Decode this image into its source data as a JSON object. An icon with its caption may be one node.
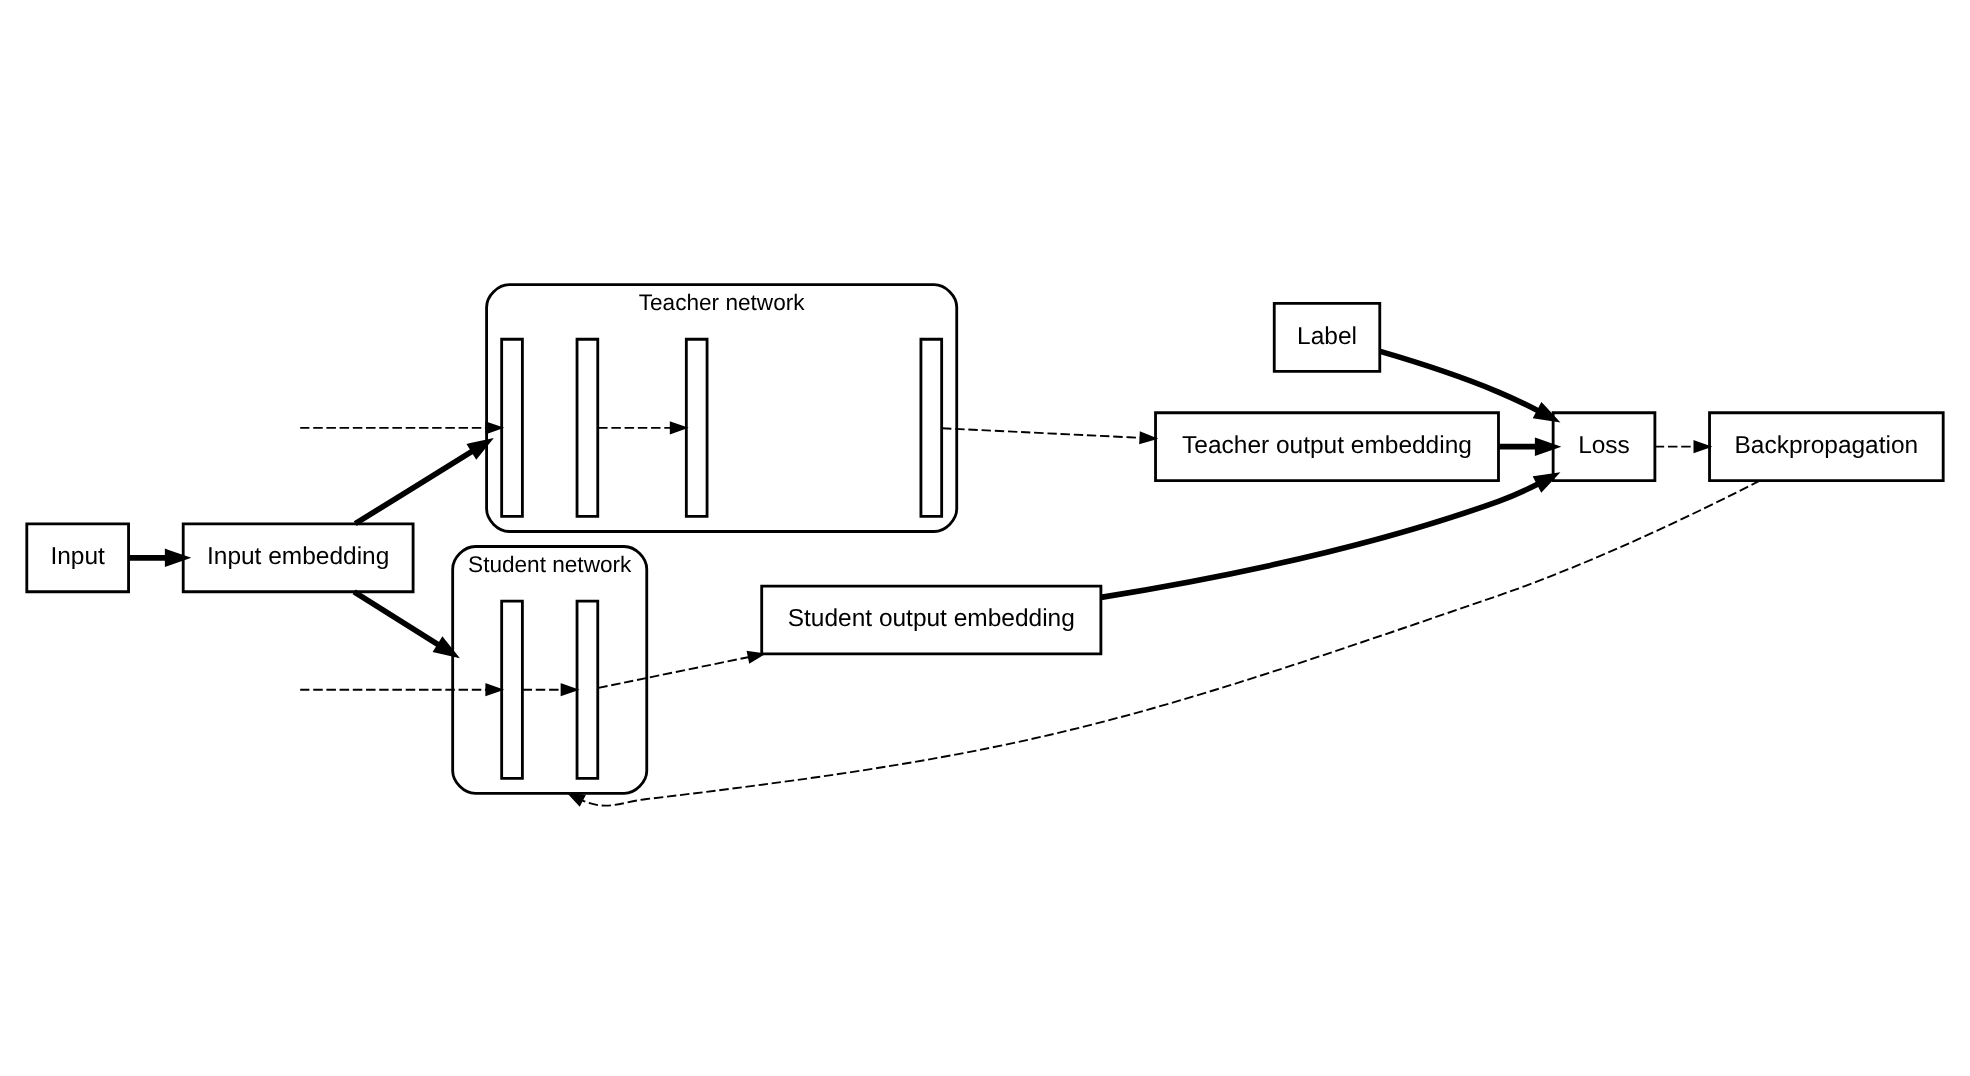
{
  "diagram": {
    "nodes": [
      {
        "text": [
          "Label"
        ]
      },
      {
        "text": [
          "Input"
        ]
      },
      {
        "text": [
          "Input embedding"
        ]
      },
      {
        "text": [
          "Teacher network"
        ]
      },
      {
        "text": [],
        "shape": "bar",
        "in": 3
      },
      {
        "text": [],
        "shape": "bar",
        "in": 3
      },
      {
        "text": [],
        "shape": "bar",
        "in": 3
      },
      {
        "text": [],
        "shape": "bar",
        "in": 3
      },
      {
        "text": [
          "Teacher output embedding"
        ]
      },
      {
        "text": [
          "Student network"
        ]
      },
      {
        "text": [],
        "shape": "bar",
        "in": 9
      },
      {
        "text": [],
        "shape": "bar",
        "in": 9
      },
      {
        "text": [
          "Student output embedding"
        ]
      },
      {
        "text": [
          "Loss"
        ]
      },
      {
        "text": [
          "Backpropagation"
        ]
      }
    ],
    "edges": [
      {
        "from": 0,
        "to": 13,
        "arrow": "to",
        "style": "thick"
      },
      {
        "from": 1,
        "to": 2,
        "arrow": "to",
        "style": "thick"
      },
      {
        "from": 2,
        "to": 3,
        "arrow": "to",
        "style": "thick"
      },
      {
        "from": 2,
        "to": 9,
        "arrow": "to",
        "style": "thick"
      },
      {
        "from": null,
        "to": 4,
        "arrow": "to",
        "style": "dashed"
      },
      {
        "from": 5,
        "to": 6,
        "arrow": "to",
        "style": "dashed"
      },
      {
        "from": 7,
        "to": 8,
        "arrow": "to",
        "style": "dashed"
      },
      {
        "from": null,
        "to": 10,
        "arrow": "to",
        "style": "dashed"
      },
      {
        "from": 10,
        "to": 11,
        "arrow": "to",
        "style": "dashed"
      },
      {
        "from": 11,
        "to": 12,
        "arrow": "to",
        "style": "dashed"
      },
      {
        "from": 8,
        "to": 13,
        "arrow": "to",
        "style": "thick"
      },
      {
        "from": 12,
        "to": 13,
        "arrow": "to",
        "style": "thick"
      },
      {
        "from": 13,
        "to": 14,
        "arrow": "to",
        "style": "dashed"
      },
      {
        "from": 14,
        "to": 9,
        "arrow": "to",
        "style": "dashed"
      }
    ]
  }
}
